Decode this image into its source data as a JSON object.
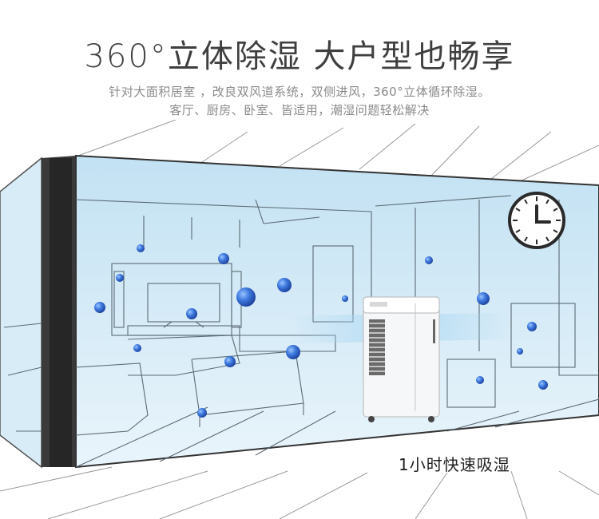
{
  "headline": "360°立体除湿 大户型也畅享",
  "subtitle_line1": "针对大面积居室 ，改良双风道系统，双侧进风，360°立体循环除湿。",
  "subtitle_line2": "客厅、厨房、卧室、皆适用，潮湿问题轻松解决",
  "caption": "1小时快速吸湿",
  "icons": {
    "clock": "clock-icon"
  },
  "colors": {
    "room_tint": "#cfe8f5",
    "droplet": "#2f66c9",
    "wall_frame": "#3a3a3a",
    "text": "#3f3f3f"
  }
}
